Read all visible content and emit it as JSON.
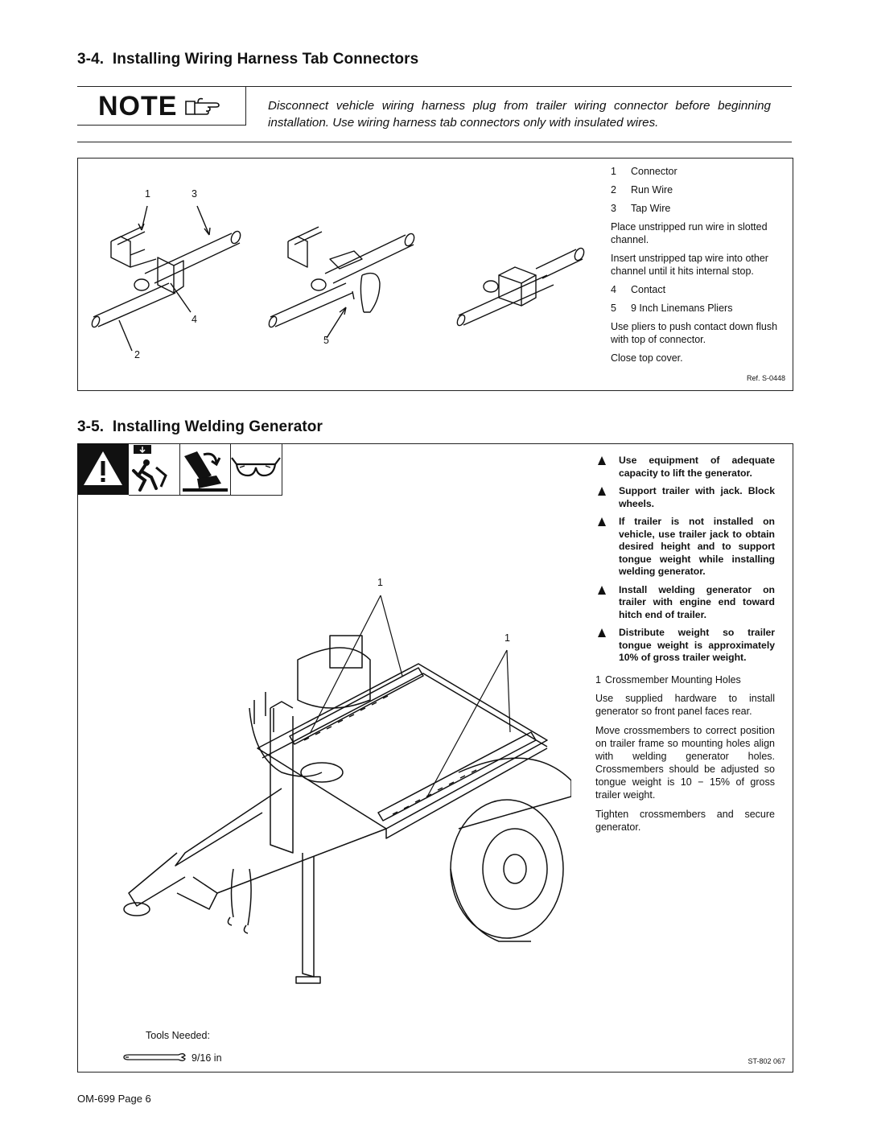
{
  "section_34": {
    "number": "3-4.",
    "title": "Installing Wiring Harness Tab Connectors"
  },
  "note": {
    "label": "NOTE",
    "icon": "pointing-hand-icon",
    "text": "Disconnect vehicle wiring harness plug from trailer wiring connector before beginning installation. Use wiring harness tab connectors only with insulated wires."
  },
  "figure1": {
    "callouts": [
      "1",
      "3",
      "4",
      "2",
      "5"
    ],
    "legend": [
      {
        "num": "1",
        "label": "Connector"
      },
      {
        "num": "2",
        "label": "Run Wire"
      },
      {
        "num": "3",
        "label": "Tap Wire"
      }
    ],
    "para1": "Place unstripped run wire in slotted channel.",
    "para2": "Insert unstripped tap wire into other channel until it hits internal stop.",
    "legend2": [
      {
        "num": "4",
        "label": "Contact"
      },
      {
        "num": "5",
        "label": "9 Inch Linemans Pliers"
      }
    ],
    "para3": "Use pliers to push contact down flush with top of connector.",
    "para4": "Close top cover.",
    "ref": "Ref. S-0448"
  },
  "section_35": {
    "number": "3-5.",
    "title": "Installing Welding Generator"
  },
  "figure2": {
    "hazard_icons": [
      "warning-triangle-icon",
      "falling-equipment-icon",
      "crushing-hazard-icon",
      "safety-glasses-icon"
    ],
    "warnings": [
      "Use equipment of adequate capacity to lift the generator.",
      "Support trailer with jack. Block wheels.",
      "If trailer is not installed on vehicle, use trailer jack to obtain desired height and to support tongue weight while installing welding generator.",
      "Install welding generator on trailer with engine end toward hitch end of trailer.",
      "Distribute weight so trailer tongue weight is approximately 10% of gross trailer weight."
    ],
    "legend": [
      {
        "num": "1",
        "label": "Crossmember Mounting Holes"
      }
    ],
    "para1": "Use supplied hardware to install generator so front panel faces rear.",
    "para2": "Move crossmembers to correct position on trailer frame so mounting holes align with welding generator holes. Crossmembers should be adjusted so tongue weight is 10 − 15% of gross trailer weight.",
    "para3": "Tighten crossmembers and secure generator.",
    "callout_a": "1",
    "callout_b": "1",
    "tools_label": "Tools Needed:",
    "tool_size": "9/16 in",
    "tool_icon": "wrench-icon",
    "ref": "ST-802 067"
  },
  "footer": {
    "page": "OM-699 Page 6"
  }
}
